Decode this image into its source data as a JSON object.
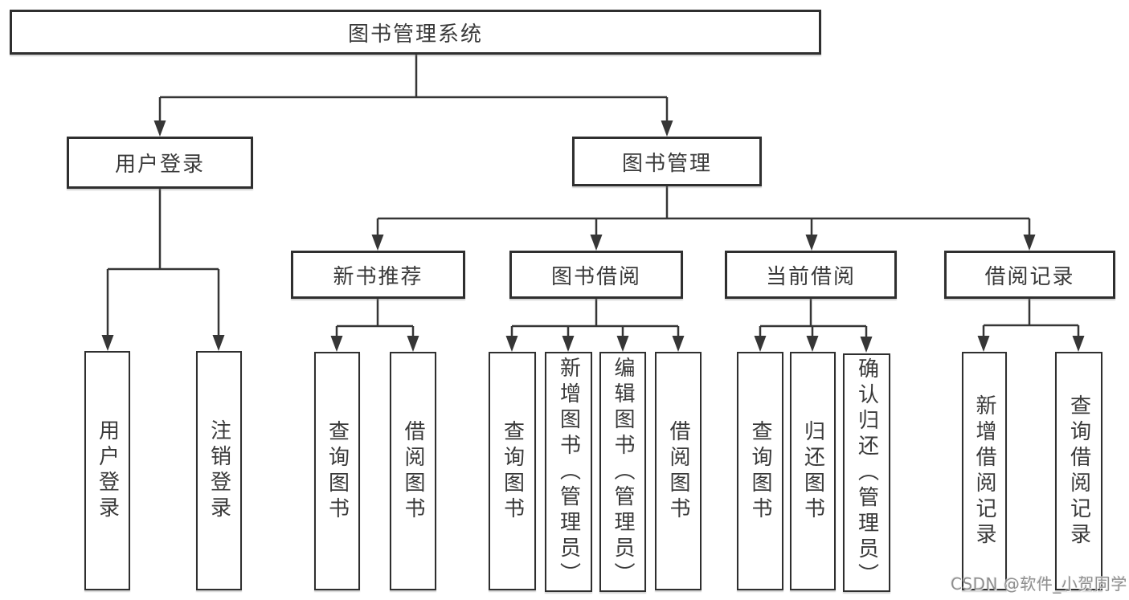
{
  "watermark": "CSDN @软件_小贺同学",
  "colors": {
    "line": "#363636",
    "box_border": "#2f2f2f",
    "text": "#3a3a3a",
    "watermark": "#8f8f8f",
    "background": "#ffffff"
  },
  "tree": {
    "label": "图书管理系统",
    "children": [
      {
        "label": "用户登录",
        "children": [
          {
            "label": "用户登录"
          },
          {
            "label": "注销登录"
          }
        ]
      },
      {
        "label": "图书管理",
        "children": [
          {
            "label": "新书推荐",
            "children": [
              {
                "label": "查询图书"
              },
              {
                "label": "借阅图书"
              }
            ]
          },
          {
            "label": "图书借阅",
            "children": [
              {
                "label": "查询图书"
              },
              {
                "label": "新增图书（管理员）"
              },
              {
                "label": "编辑图书（管理员）"
              },
              {
                "label": "借阅图书"
              }
            ]
          },
          {
            "label": "当前借阅",
            "children": [
              {
                "label": "查询图书"
              },
              {
                "label": "归还图书"
              },
              {
                "label": "确认归还（管理员）"
              }
            ]
          },
          {
            "label": "借阅记录",
            "children": [
              {
                "label": "新增借阅记录"
              },
              {
                "label": "查询借阅记录"
              }
            ]
          }
        ]
      }
    ]
  }
}
